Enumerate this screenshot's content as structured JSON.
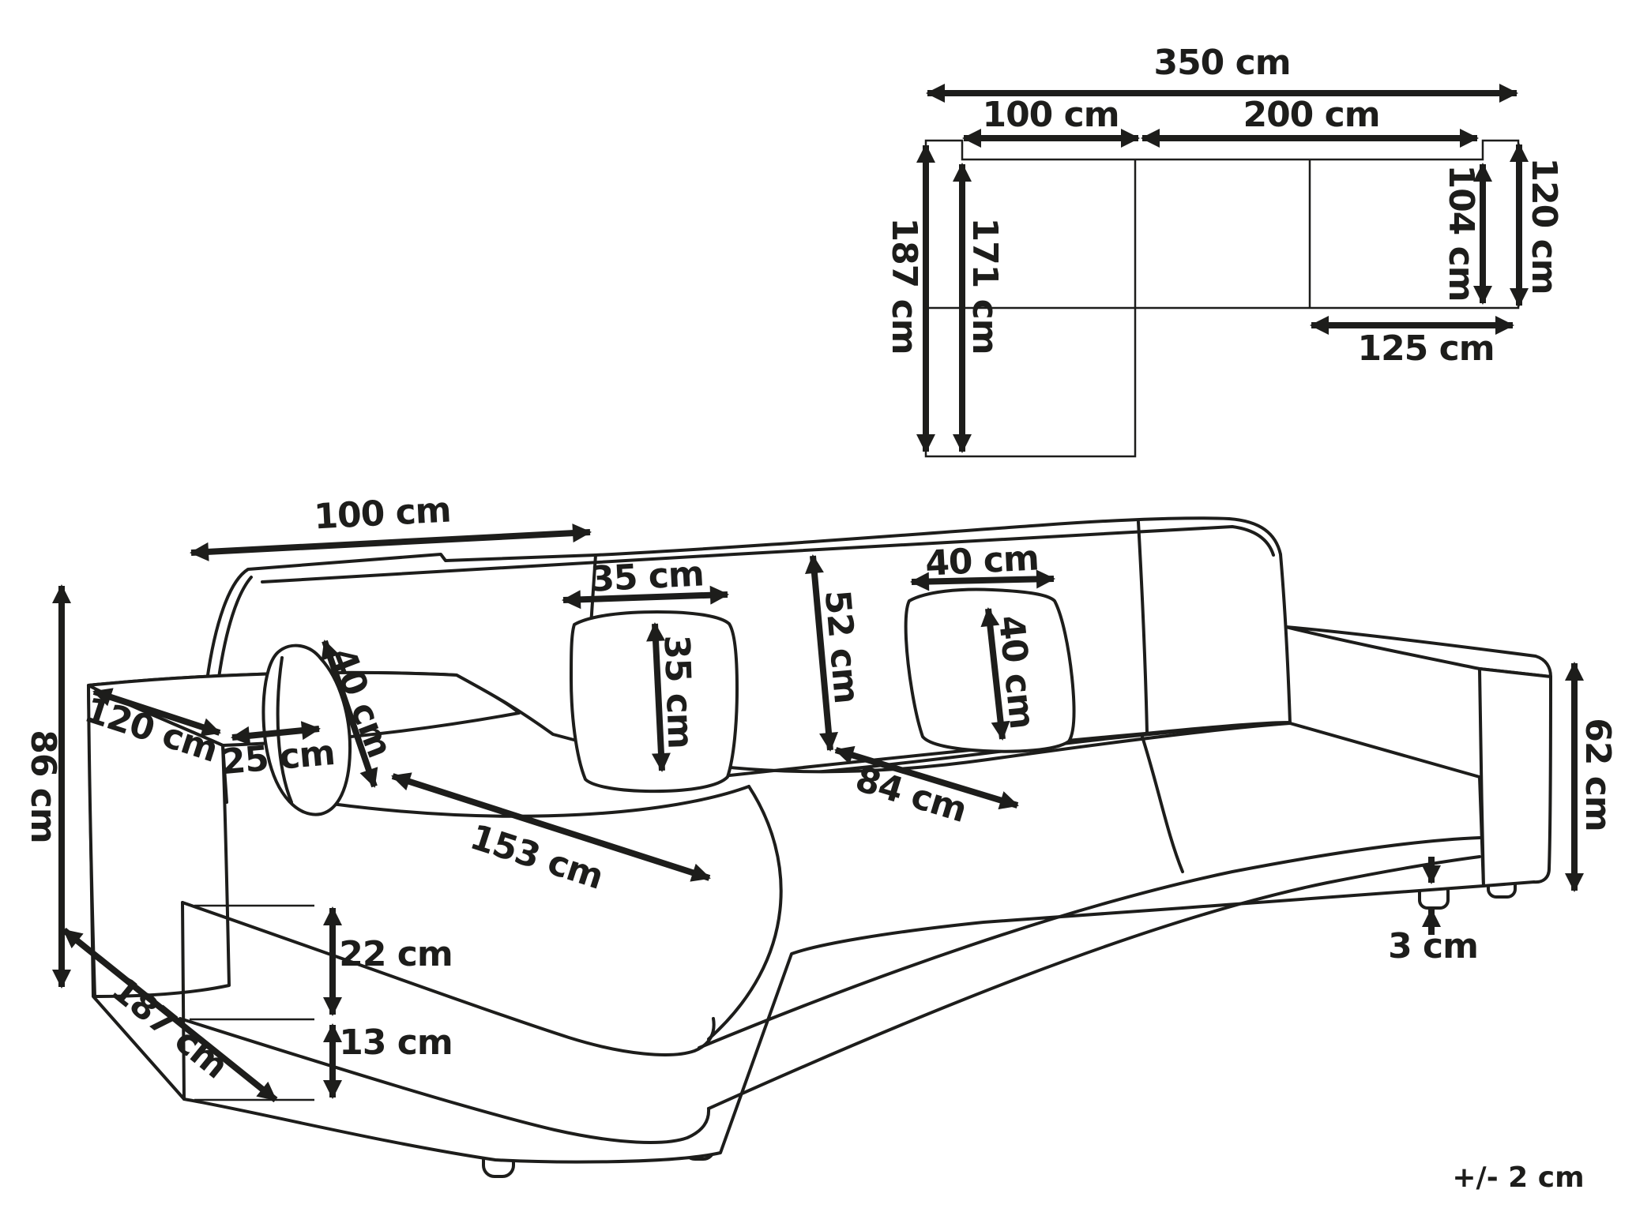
{
  "diagram": "corner-sofa dimension drawing",
  "unit": "cm",
  "tolerance": "+/- 2 cm",
  "plan": {
    "total_width": "350 cm",
    "left_section_width": "100 cm",
    "right_section_width": "200 cm",
    "left_depth_outer": "187 cm",
    "left_depth_inner": "171 cm",
    "right_inner_depth": "104 cm",
    "right_outer_depth": "120 cm",
    "right_bottom_width": "125 cm"
  },
  "sofa": {
    "backrest_section_width": "100 cm",
    "small_pillow_width": "35 cm",
    "small_pillow_height": "35 cm",
    "backrest_height": "52 cm",
    "large_pillow_width": "40 cm",
    "large_pillow_height": "40 cm",
    "round_pillow_size": "40 cm",
    "armrest_depth": "120 cm",
    "armrest_width": "25 cm",
    "overall_height": "86 cm",
    "chaise_length": "153 cm",
    "seat_depth": "84 cm",
    "side_height": "62 cm",
    "seat_cushion_height": "22 cm",
    "base_height": "13 cm",
    "chaise_depth": "187 cm",
    "leg_height": "3 cm"
  }
}
